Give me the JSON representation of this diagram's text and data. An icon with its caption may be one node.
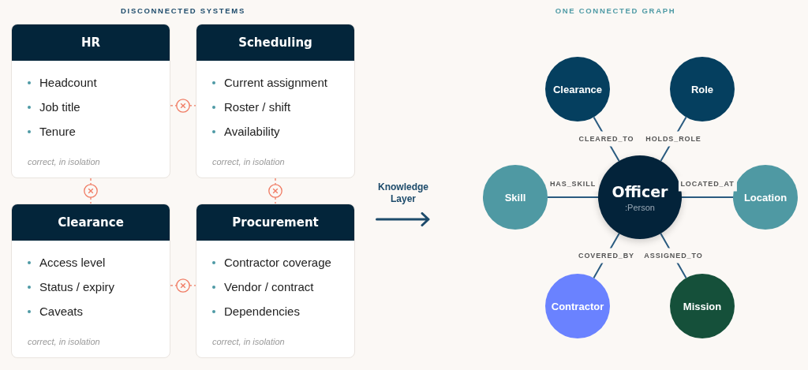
{
  "diagram": {
    "nodes": [
      {
        "text": [
          "HR",
          "Headcount",
          "Job title",
          "Tenure",
          "correct, in isolation"
        ]
      },
      {
        "text": [
          "Scheduling",
          "Current assignment",
          "Roster / shift",
          "Availability",
          "correct, in isolation"
        ]
      },
      {
        "text": [
          "Clearance",
          "Access level",
          "Status / expiry",
          "Caveats",
          "correct, in isolation"
        ]
      },
      {
        "text": [
          "Procurement",
          "Contractor coverage",
          "Vendor / contract",
          "Dependencies",
          "correct, in isolation"
        ]
      },
      {
        "text": [
          "Clearance"
        ]
      },
      {
        "text": [
          "Role"
        ]
      },
      {
        "text": [
          "Skill"
        ]
      },
      {
        "text": [
          "Officer",
          ":Person"
        ]
      },
      {
        "text": [
          "Location"
        ]
      },
      {
        "text": [
          "Contractor"
        ]
      },
      {
        "text": [
          "Mission"
        ]
      }
    ],
    "edges": [
      {
        "from": 0,
        "to": 1,
        "arrow": "none",
        "style": "dashed",
        "color": "#f07a62"
      },
      {
        "from": 0,
        "to": 2,
        "arrow": "none",
        "style": "dashed",
        "color": "#f07a62"
      },
      {
        "from": 1,
        "to": 3,
        "arrow": "none",
        "style": "dashed",
        "color": "#f07a62"
      },
      {
        "from": 2,
        "to": 3,
        "arrow": "none",
        "style": "dashed",
        "color": "#f07a62"
      },
      {
        "from": 7,
        "to": 4,
        "arrow": "none",
        "label": "CLEARED_TO"
      },
      {
        "from": 7,
        "to": 5,
        "arrow": "none",
        "label": "HOLDS_ROLE"
      },
      {
        "from": 7,
        "to": 6,
        "arrow": "none",
        "label": "HAS_SKILL"
      },
      {
        "from": 7,
        "to": 8,
        "arrow": "none",
        "label": "LOCATED_AT"
      },
      {
        "from": 7,
        "to": 9,
        "arrow": "none",
        "label": "COVERED_BY"
      },
      {
        "from": 7,
        "to": 10,
        "arrow": "none",
        "label": "ASSIGNED_TO"
      }
    ],
    "labels": [
      "DISCONNECTED SYSTEMS",
      "ONE CONNECTED GRAPH",
      "Knowledge Layer"
    ]
  }
}
